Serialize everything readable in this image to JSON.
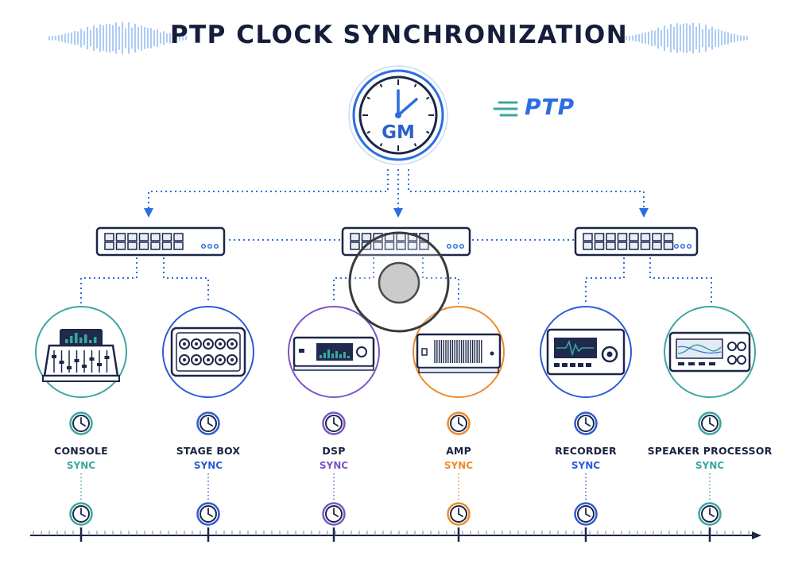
{
  "title": "PTP CLOCK SYNCHRONIZATION",
  "logo": {
    "text": "PTP"
  },
  "grandmaster": {
    "label": "GM"
  },
  "colors": {
    "navy": "#152040",
    "blue": "#2c6ee0",
    "teal": "#3aa7a0",
    "purple": "#7a55c8",
    "orange": "#ee8a2a",
    "royal": "#2d5bd6"
  },
  "devices": [
    {
      "label": "CONSOLE",
      "status": "SYNC",
      "color": "#3aa7a0",
      "icon": "mixing-console-icon"
    },
    {
      "label": "STAGE BOX",
      "status": "SYNC",
      "color": "#2d5bd6",
      "icon": "stage-box-icon"
    },
    {
      "label": "DSP",
      "status": "SYNC",
      "color": "#7a55c8",
      "icon": "dsp-unit-icon"
    },
    {
      "label": "AMP",
      "status": "SYNC",
      "color": "#ee8a2a",
      "icon": "amplifier-icon"
    },
    {
      "label": "RECORDER",
      "status": "SYNC",
      "color": "#2d5bd6",
      "icon": "recorder-icon"
    },
    {
      "label": "SPEAKER PROCESSOR",
      "status": "SYNC",
      "color": "#3aa7a0",
      "icon": "speaker-processor-icon"
    }
  ]
}
